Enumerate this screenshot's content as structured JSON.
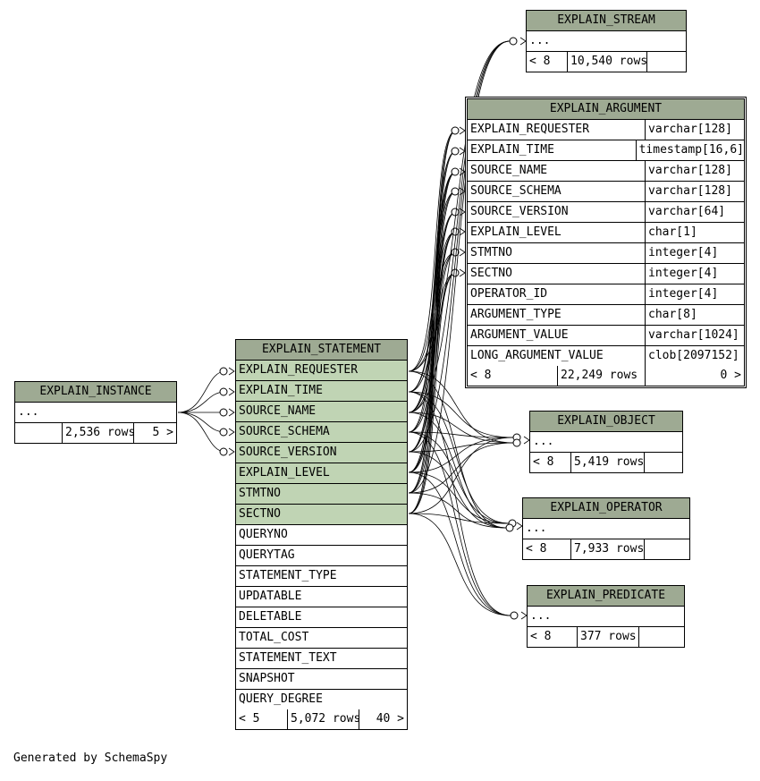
{
  "colors": {
    "header_bg": "#9eaa93",
    "key_row_bg": "#c0d4b4",
    "line": "#000000"
  },
  "tables": {
    "explain_stream": {
      "title": "EXPLAIN_STREAM",
      "body": "...",
      "footer": {
        "left": "< 8",
        "mid": "10,540 rows",
        "right": ""
      }
    },
    "explain_argument": {
      "title": "EXPLAIN_ARGUMENT",
      "columns": [
        {
          "name": "EXPLAIN_REQUESTER",
          "type": "varchar[128]"
        },
        {
          "name": "EXPLAIN_TIME",
          "type": "timestamp[16,6]"
        },
        {
          "name": "SOURCE_NAME",
          "type": "varchar[128]"
        },
        {
          "name": "SOURCE_SCHEMA",
          "type": "varchar[128]"
        },
        {
          "name": "SOURCE_VERSION",
          "type": "varchar[64]"
        },
        {
          "name": "EXPLAIN_LEVEL",
          "type": "char[1]"
        },
        {
          "name": "STMTNO",
          "type": "integer[4]"
        },
        {
          "name": "SECTNO",
          "type": "integer[4]"
        },
        {
          "name": "OPERATOR_ID",
          "type": "integer[4]"
        },
        {
          "name": "ARGUMENT_TYPE",
          "type": "char[8]"
        },
        {
          "name": "ARGUMENT_VALUE",
          "type": "varchar[1024]"
        },
        {
          "name": "LONG_ARGUMENT_VALUE",
          "type": "clob[2097152]"
        }
      ],
      "footer": {
        "left": "< 8",
        "mid": "22,249 rows",
        "right": "0 >"
      }
    },
    "explain_instance": {
      "title": "EXPLAIN_INSTANCE",
      "body": "...",
      "footer": {
        "left": "",
        "mid": "2,536 rows",
        "right": "5 >"
      }
    },
    "explain_statement": {
      "title": "EXPLAIN_STATEMENT",
      "key_columns": [
        "EXPLAIN_REQUESTER",
        "EXPLAIN_TIME",
        "SOURCE_NAME",
        "SOURCE_SCHEMA",
        "SOURCE_VERSION",
        "EXPLAIN_LEVEL",
        "STMTNO",
        "SECTNO"
      ],
      "columns": [
        "QUERYNO",
        "QUERYTAG",
        "STATEMENT_TYPE",
        "UPDATABLE",
        "DELETABLE",
        "TOTAL_COST",
        "STATEMENT_TEXT",
        "SNAPSHOT",
        "QUERY_DEGREE"
      ],
      "footer": {
        "left": "< 5",
        "mid": "5,072 rows",
        "right": "40 >"
      }
    },
    "explain_object": {
      "title": "EXPLAIN_OBJECT",
      "body": "...",
      "footer": {
        "left": "< 8",
        "mid": "5,419 rows",
        "right": ""
      }
    },
    "explain_operator": {
      "title": "EXPLAIN_OPERATOR",
      "body": "...",
      "footer": {
        "left": "< 8",
        "mid": "7,933 rows",
        "right": ""
      }
    },
    "explain_predicate": {
      "title": "EXPLAIN_PREDICATE",
      "body": "...",
      "footer": {
        "left": "< 8",
        "mid": "377 rows",
        "right": ""
      }
    }
  },
  "credit": "Generated by SchemaSpy"
}
